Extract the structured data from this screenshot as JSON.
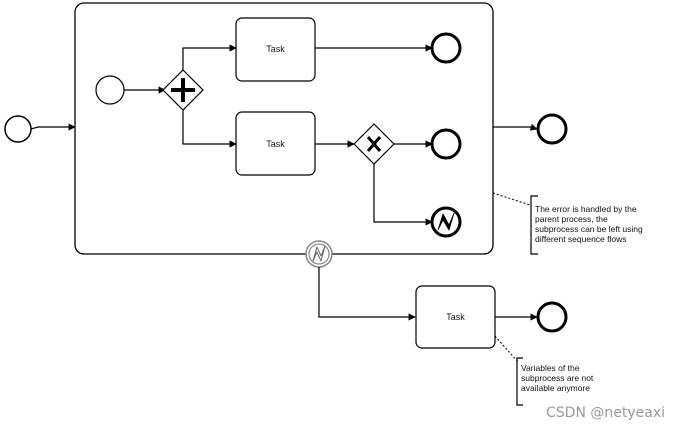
{
  "tasks": {
    "top_label": "Task",
    "middle_label": "Task",
    "error_handler_label": "Task"
  },
  "annotations": {
    "error_handled": [
      "The error is handled by the",
      "parent process, the",
      "subprocess can be left using",
      "different sequence flows"
    ],
    "variables": [
      "Variables of the",
      "subprocess are not",
      "available anymore"
    ]
  },
  "watermark": "CSDN @netyeaxi",
  "colors": {
    "stroke": "#000000",
    "shape_fill": "#ffffff",
    "watermark": "#9a9a9a"
  }
}
